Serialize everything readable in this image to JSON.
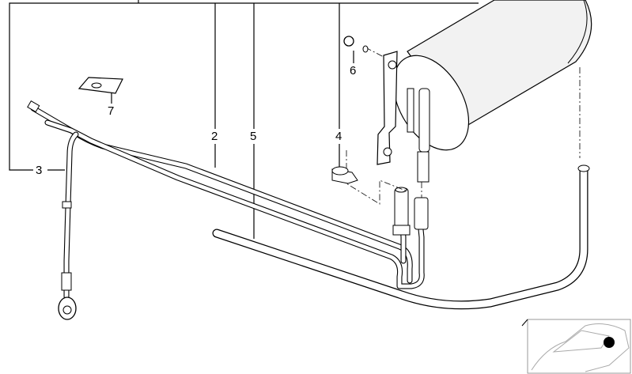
{
  "diagram": {
    "part_labels": [
      "2",
      "3",
      "4",
      "5",
      "6",
      "7"
    ],
    "parts": {
      "p2": "2",
      "p3": "3",
      "p4": "4",
      "p5": "5",
      "p6": "6",
      "p7": "7"
    },
    "inset": {
      "marker_color": "#000000"
    }
  }
}
